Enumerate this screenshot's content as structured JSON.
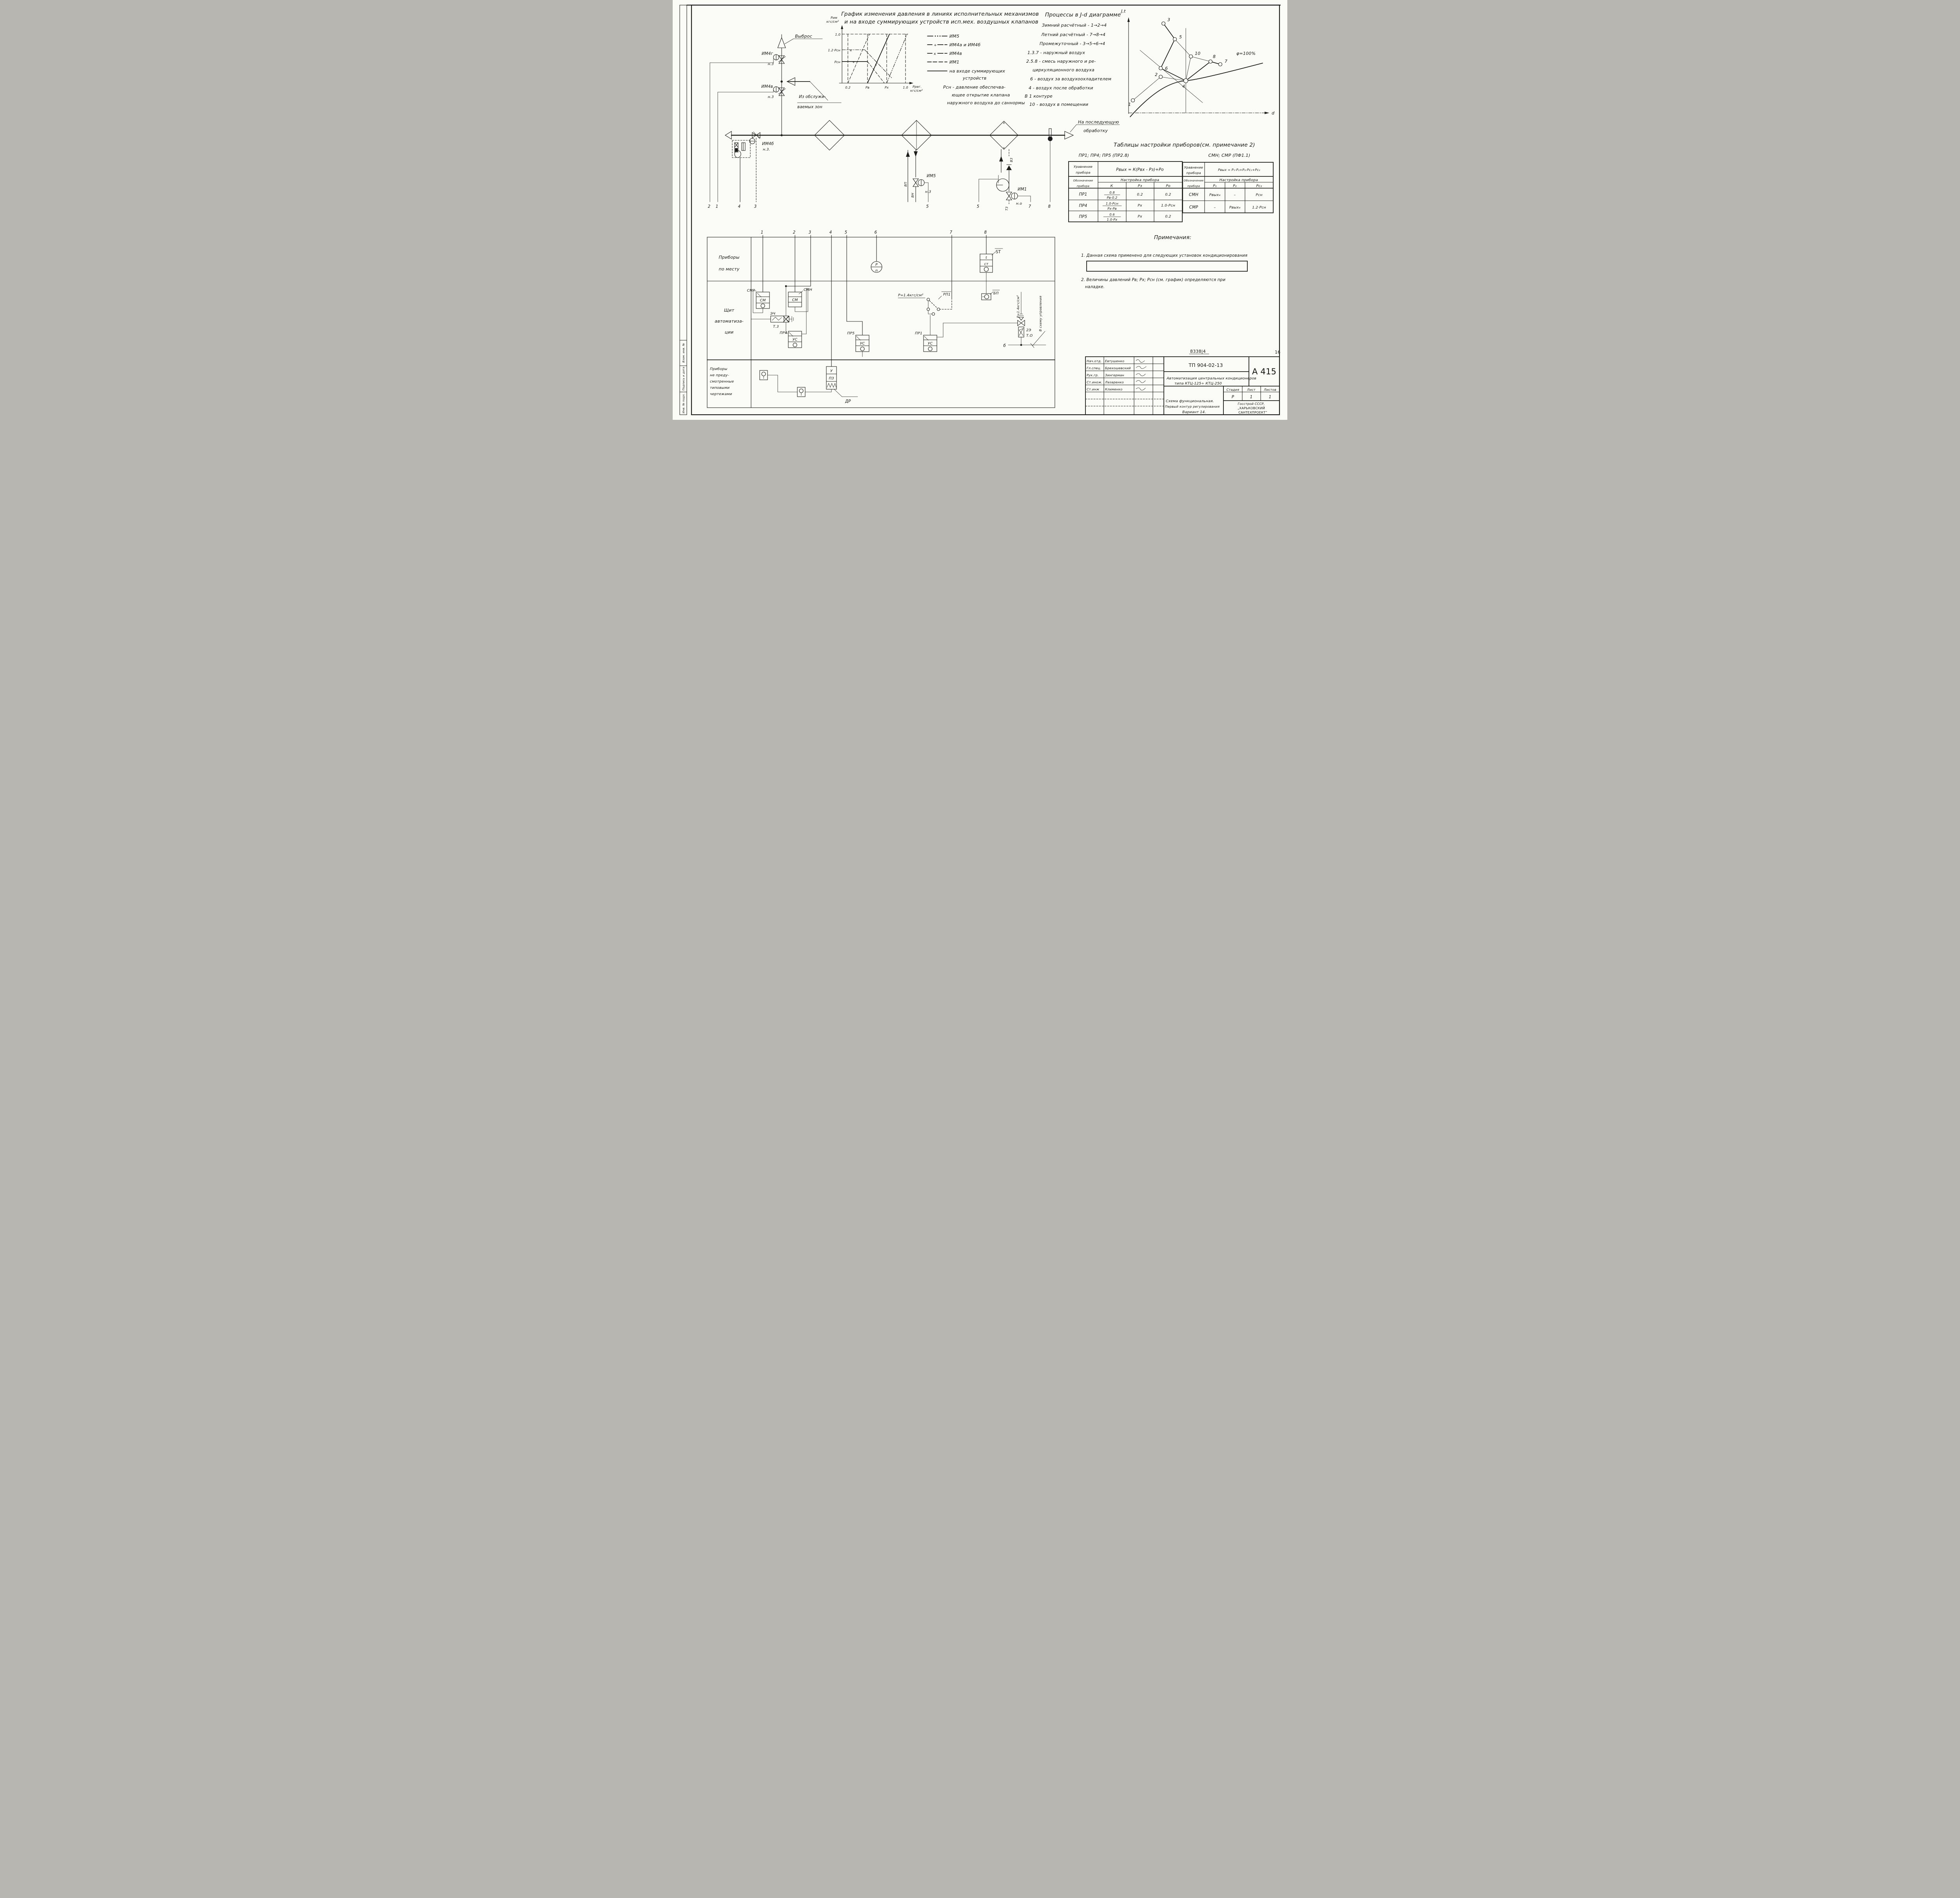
{
  "frame": {
    "corner_number": "16",
    "doc_number": "8338|4",
    "margin_labels": [
      "Взам. инв. №",
      "Подпись и дата",
      "Инв. № подл."
    ]
  },
  "pressure_graph": {
    "title1": "График изменения  давления в линиях исполнительных механизмов",
    "title2": "и на входе суммирующих устройств исп.мех. воздушных клапанов",
    "y_unit1": "Рим",
    "y_unit2": "кгс/см²",
    "y_ticks": [
      "1.0",
      "1.2·Рсн",
      "Рсн"
    ],
    "x_ticks": [
      "0.2",
      "Рв",
      "Рх",
      "1.0"
    ],
    "x_unit1": "Ррег.",
    "x_unit2": "кгс/см²",
    "legend": [
      {
        "style": "dash-dot-dot",
        "label": "ИМ5"
      },
      {
        "style": "dash-plus",
        "label": "ИМ4а и ИМ4б"
      },
      {
        "style": "dash-x",
        "label": "ИМ4в"
      },
      {
        "style": "dashed",
        "label": "ИМ1"
      },
      {
        "style": "solid",
        "label": "на входе суммирующих"
      },
      {
        "style": "none",
        "label": "устройств"
      }
    ],
    "note": [
      "Рсн - давление обеспечва-",
      "ющее открытие клапана",
      "наружного воздуха до саннормы"
    ]
  },
  "jd": {
    "title": "Процессы в J-d диаграмме",
    "lines": [
      "Зимний расчётный - 1→2→4",
      "Летний расчётный - 7→8→4",
      "Промежуточный - 3→5→6→4",
      "1.3.7 -  наружный  воздух",
      "2.5.8 -  смесь наружного и ре-",
      "циркуляционного  воздуха",
      "6 -  воздух за воздухоохладителем",
      "4 - воздух  после  обработки",
      "В 1 контуре",
      "10 - воздух  в  помещении"
    ],
    "axis_v": "J,t",
    "axis_h": "d",
    "phi": "φ=100%",
    "points": [
      "1",
      "2",
      "3",
      "4",
      "5",
      "6",
      "7",
      "8",
      "10"
    ]
  },
  "scheme": {
    "vybros": "Выброс",
    "im4g": "ИМ4г",
    "im4g_state": "н.3",
    "im4v": "ИМ4в",
    "im4v_state": "н.3",
    "iz_zon": [
      "Из обслужи-",
      "ваемых зон"
    ],
    "im4b": "ИМ4б",
    "im4b_state": "н.3.",
    "im5": "ИМ5",
    "im5_state": "н.3",
    "im1": "ИМ1",
    "im1_state": "н.о",
    "pipe_vp": "ВП",
    "pipe_vn": "ВН",
    "pipe_vz": "В3",
    "pipe_t3": "Т3",
    "next": [
      "На последующую",
      "обработку"
    ],
    "bottom_numbers": [
      "2",
      "1",
      "4",
      "3"
    ],
    "mid_numbers": [
      "5",
      "5",
      "7",
      "8"
    ]
  },
  "tables": {
    "title": "Таблицы настройки приборов(см. примечание 2)",
    "left_caption": "ПР1; ПР4; ПР5 (ПР2.8)",
    "right_caption": "СМН; СМР (ПФ1.1)",
    "left": {
      "eq_label1": "Уравнение",
      "eq_label2": "прибора",
      "equation": "Рвых = К(Рвх - Рз)+Ро",
      "des_label1": "Обозначение",
      "des_label2": "прибора",
      "set_label": "Настройка прибора",
      "cols": [
        "К",
        "Рз",
        "Ро"
      ],
      "rows": [
        {
          "name": "ПР1",
          "k_num": "0.8",
          "k_den": "Рв-0.2",
          "p3": "0.2",
          "p0": "0.2"
        },
        {
          "name": "ПР4",
          "k_num": "1.0-Рсн",
          "k_den": "Рх-Рв",
          "p3": "Рх",
          "p0": "1.0-Рсн"
        },
        {
          "name": "ПР5",
          "k_num": "0.6",
          "k_den": "1.0-Рх",
          "p3": "Рх",
          "p0": "0.2"
        }
      ]
    },
    "right": {
      "eq_label1": "Уравнение",
      "eq_label2": "прибора",
      "equation": "Рвых = Р₁-Р₂+Р₃-Рс₁+Рс₂",
      "des_label1": "Обозначение",
      "des_label2": "прибора",
      "set_label": "Настройка прибора",
      "cols": [
        "Р₁",
        "Р₂",
        "Рс₂"
      ],
      "rows": [
        {
          "name": "СМН",
          "p1": "Рвых₄",
          "p2": "–",
          "pc2": "Рсн"
        },
        {
          "name": "СМР",
          "p1": "–",
          "p2": "Рвых₄",
          "pc2": "1.2·Рсн"
        }
      ]
    }
  },
  "notes": {
    "title": "Примечания:",
    "n1": "1. Данная схема применено для следующих установок кондиционирования",
    "n2a": "2. Величины давлений  Рв; Рх; Рсн (см. график) определяются при",
    "n2b": "наладке."
  },
  "panel": {
    "row1": [
      "Приборы",
      "по месту"
    ],
    "row2": [
      "Щит",
      "автоматиза-",
      "ции"
    ],
    "row3": [
      "Приборы",
      "не преду-",
      "смотренные",
      "типовыми",
      "чертежами"
    ],
    "numbers": [
      "1",
      "2",
      "3",
      "4",
      "5",
      "6",
      "7",
      "8"
    ],
    "p_top": "Р",
    "p_bot": "п",
    "st": "ST",
    "st_t": "t",
    "st_sm": "ст",
    "smr": "СМР",
    "smn": "СМН",
    "sm": "СМ",
    "ech": "ЭЧ",
    "ech_t": "Т.3",
    "pr4": "ПР4",
    "pr5": "ПР5",
    "pr1": "ПР1",
    "us": "УС",
    "rp1": "РП1",
    "rp1_p": "Р=1.4кгс/см²",
    "bp": "БП",
    "e2": "2Э",
    "e2_t": "Т.О",
    "e2_p": "Р=1.4кгс/см²",
    "v_shemu": "В схему управления",
    "b": "б",
    "u_cell": "У",
    "pz_cell": "ПЗ",
    "dr": "ДР"
  },
  "titleblock": {
    "rows": [
      [
        "Нач.отд.",
        "Евтушенко"
      ],
      [
        "Гл.спец.",
        "Брехошевский"
      ],
      [
        "Рук.гр.",
        "Зингерман"
      ],
      [
        "Ст.инож.",
        "Лазаренко"
      ],
      [
        "Ст.инж",
        "Клименко"
      ]
    ],
    "tp": "ТП  904-02-13",
    "code": "А 415",
    "subject1": "Автоматизация центральных кондиционеров",
    "subject2": "типа  КТЦ-125÷ КТЦ-250",
    "stage_h": "Стадия",
    "sheet_h": "Лист",
    "sheets_h": "Листов",
    "stage": "Р",
    "sheet": "1",
    "sheets": "1",
    "scheme1": "Схема функциональная.",
    "scheme2": "Первый контур регулирования",
    "scheme3": "Вариант 14.",
    "org1": "Госстрой СССР,",
    "org2": "„ХАРЬКОВСКИЙ",
    "org3": "САНТЕХПРОЕКТ”"
  }
}
